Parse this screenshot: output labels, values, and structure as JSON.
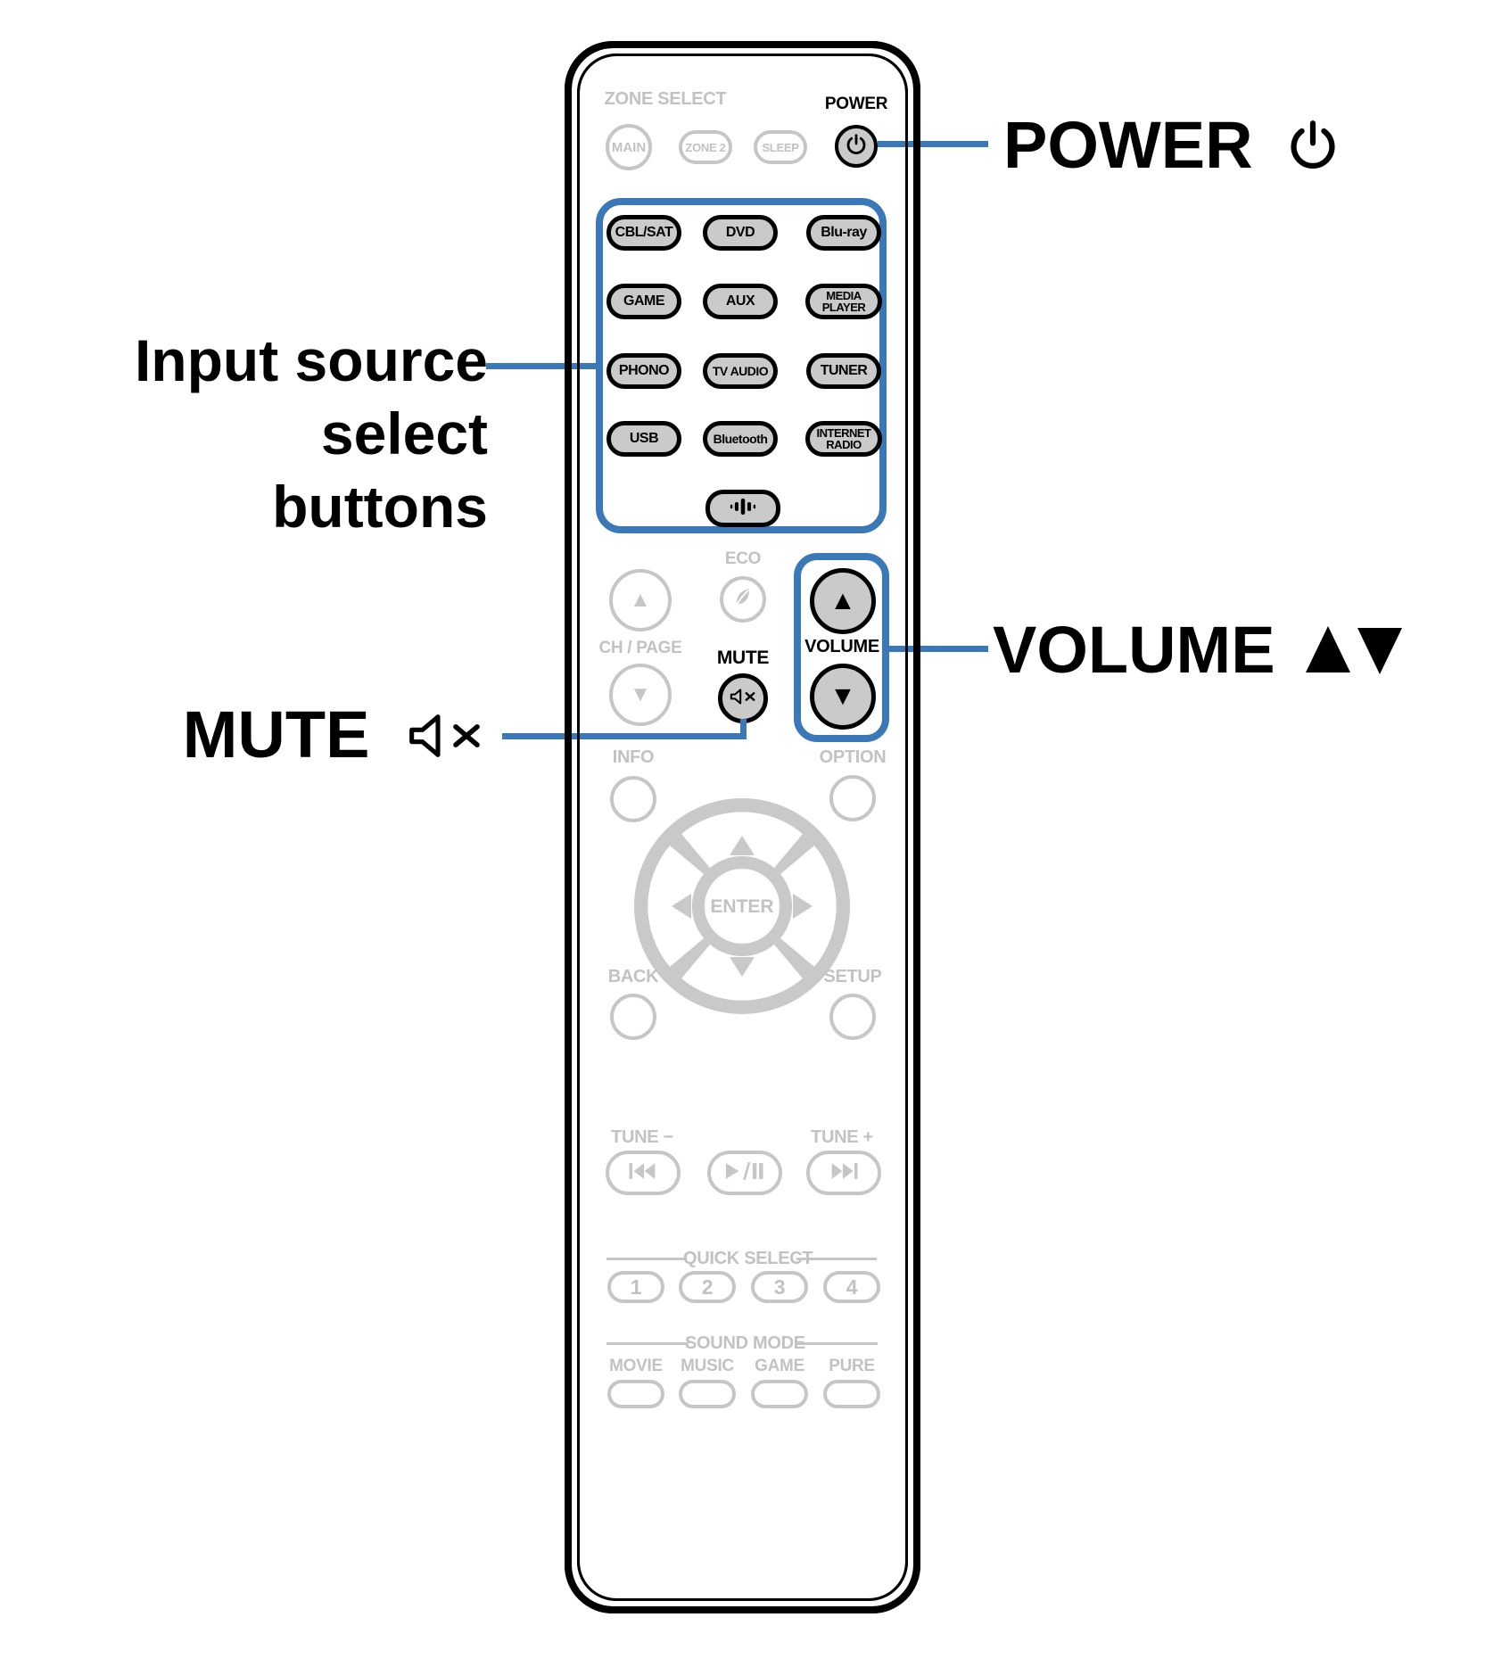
{
  "colors": {
    "accent_blue": "#3a78b8",
    "button_gray": "#cacaca",
    "inactive_gray": "#c6c6c6",
    "black": "#000000"
  },
  "callouts": {
    "power_label": "POWER",
    "input_lines": [
      "Input source",
      "select",
      "buttons"
    ],
    "volume_label": "VOLUME",
    "mute_label": "MUTE",
    "power_icon": "power-icon",
    "mute_icon": "mute-speaker-icon",
    "volume_arrows_icon": "up-down-triangles-icon"
  },
  "remote": {
    "zone_select_label": "ZONE SELECT",
    "zone_buttons": [
      "MAIN",
      "ZONE 2",
      "SLEEP"
    ],
    "power_label": "POWER",
    "sources": [
      "CBL/SAT",
      "DVD",
      "Blu-ray",
      "GAME",
      "AUX",
      "MEDIA PLAYER",
      "PHONO",
      "TV AUDIO",
      "TUNER",
      "USB",
      "Bluetooth",
      "INTERNET RADIO"
    ],
    "heos_icon": "heos-sound-bars-icon",
    "eco_label": "ECO",
    "ch_page_label": "CH / PAGE",
    "mute_label": "MUTE",
    "volume_label": "VOLUME",
    "info_label": "INFO",
    "option_label": "OPTION",
    "enter_label": "ENTER",
    "back_label": "BACK",
    "setup_label": "SETUP",
    "tune_minus_label": "TUNE −",
    "tune_plus_label": "TUNE +",
    "quick_select_label": "QUICK SELECT",
    "quick_buttons": [
      "1",
      "2",
      "3",
      "4"
    ],
    "sound_mode_label": "SOUND MODE",
    "sound_buttons": [
      "MOVIE",
      "MUSIC",
      "GAME",
      "PURE"
    ]
  }
}
